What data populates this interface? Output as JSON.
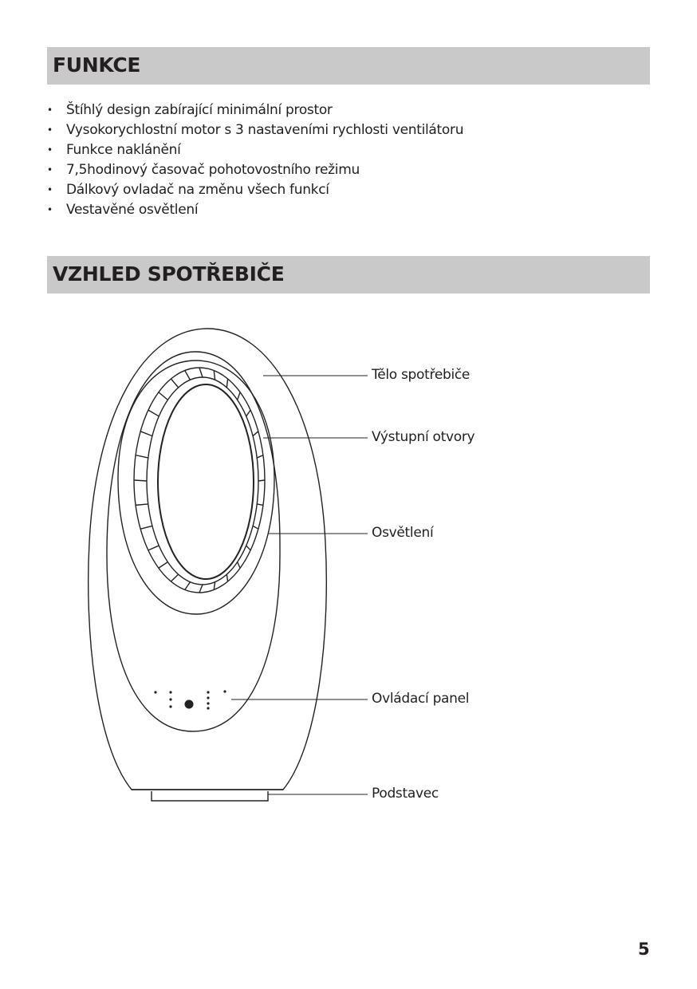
{
  "sections": {
    "features": {
      "title": "FUNKCE",
      "items": [
        "Štíhlý design zabírající minimální prostor",
        "Vysokorychlostní motor s 3 nastaveními rychlosti ventilátoru",
        "Funkce naklánění",
        "7,5hodinový časovač pohotovostního režimu",
        "Dálkový ovladač na změnu všech funkcí",
        "Vestavěné osvětlení"
      ]
    },
    "appearance": {
      "title": "VZHLED SPOTŘEBIČE",
      "labels": {
        "body": "Tělo spotřebiče",
        "outlets": "Výstupní otvory",
        "lighting": "Osvětlení",
        "control_panel": "Ovládací panel",
        "base": "Podstavec"
      }
    }
  },
  "page_number": "5"
}
